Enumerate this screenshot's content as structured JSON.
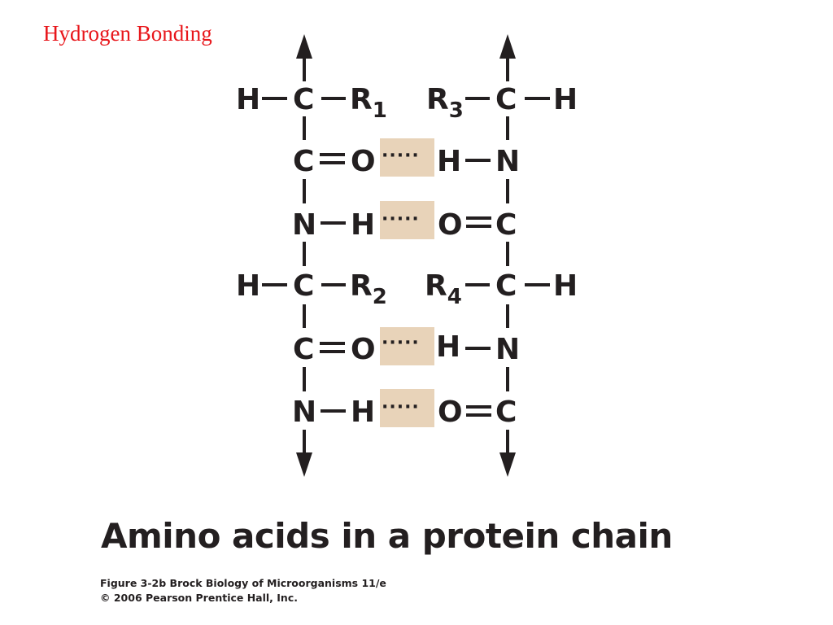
{
  "title": "Hydrogen Bonding",
  "colors": {
    "title": "#e8161b",
    "ink": "#231f20",
    "hbond_highlight": "#e8d3b9"
  },
  "hbond_symbol": "·····",
  "left_chain": {
    "rows": [
      {
        "left": "H",
        "center": "C",
        "right": "R",
        "right_sub": "1"
      },
      {
        "center": "C",
        "right": "O"
      },
      {
        "center": "N",
        "right": "H"
      },
      {
        "left": "H",
        "center": "C",
        "right": "R",
        "right_sub": "2"
      },
      {
        "center": "C",
        "right": "O"
      },
      {
        "center": "N",
        "right": "H"
      }
    ]
  },
  "right_chain": {
    "rows": [
      {
        "left": "R",
        "left_sub": "3",
        "center": "C",
        "right": "H"
      },
      {
        "left": "H",
        "center": "N"
      },
      {
        "left": "O",
        "center": "C"
      },
      {
        "left": "R",
        "left_sub": "4",
        "center": "C",
        "right": "H"
      },
      {
        "left": "H",
        "center": "N"
      },
      {
        "left": "O",
        "center": "C"
      }
    ]
  },
  "caption": "Amino acids in a protein chain",
  "credit": {
    "line1": "Figure 3-2b  Brock Biology of Microorganisms 11/e",
    "line2": "© 2006 Pearson Prentice Hall, Inc."
  }
}
